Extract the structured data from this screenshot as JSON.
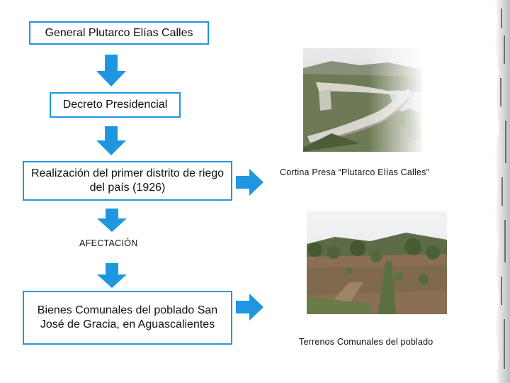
{
  "boxes": {
    "box1": "General Plutarco Elías Calles",
    "box2": "Decreto Presidencial",
    "box3": "Realización del primer distrito de riego del país (1926)",
    "box4": "Bienes  Comunales del poblado San José de Gracia, en Aguascalientes"
  },
  "labels": {
    "afectacion": "AFECTACIÓN",
    "dam_caption": "Cortina Presa “Plutarco Elías Calles”",
    "land_caption": "Terrenos Comunales del poblado"
  },
  "colors": {
    "accent": "#1f97e0"
  },
  "icons": {
    "arrow_down": "arrow-down-icon",
    "arrow_right": "arrow-right-icon"
  }
}
